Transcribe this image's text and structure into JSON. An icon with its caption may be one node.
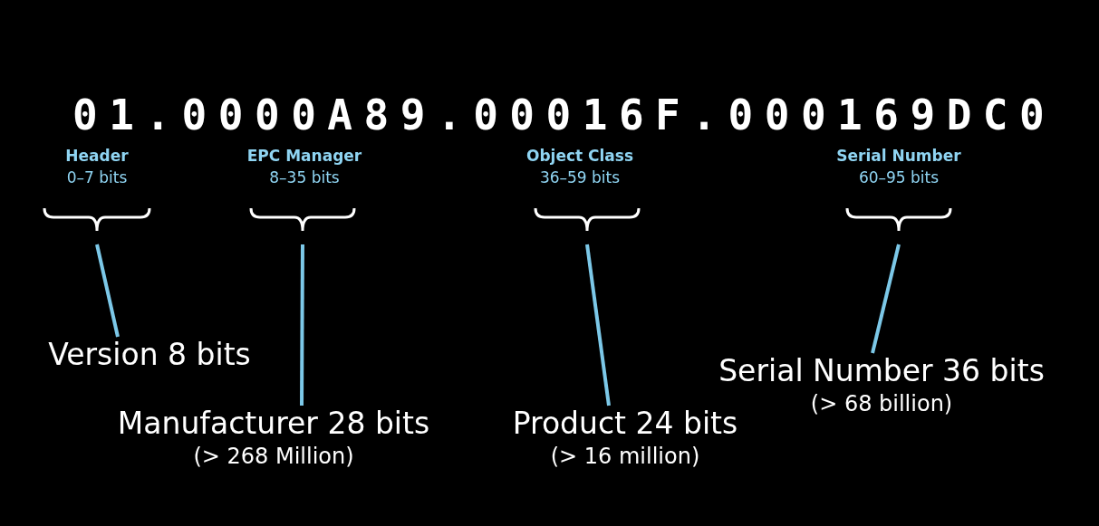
{
  "diagram": {
    "nodes": [
      {
        "text": [],
        "shape": "bracket"
      },
      {
        "text": [],
        "shape": "bracket"
      },
      {
        "text": [],
        "shape": "bracket"
      },
      {
        "text": [],
        "shape": "bracket"
      },
      {
        "text": [
          "Version 8 bits"
        ]
      },
      {
        "text": [
          "Manufacturer 28 bits",
          "(> 268 Million)"
        ]
      },
      {
        "text": [
          "Product 24 bits",
          "(> 16 million)"
        ]
      },
      {
        "text": [
          "Serial Number 36 bits",
          "(> 68 billion)"
        ]
      }
    ],
    "edges": [
      {
        "from": 0,
        "to": 4,
        "arrow": "none"
      },
      {
        "from": 1,
        "to": 5,
        "arrow": "none"
      },
      {
        "from": 2,
        "to": 6,
        "arrow": "none"
      },
      {
        "from": 3,
        "to": 7,
        "arrow": "none"
      }
    ],
    "labels": [
      "01.0000A89.00016F.000169DC0",
      "Header",
      "0–7 bits",
      "EPC Manager",
      "8–35 bits",
      "Object Class",
      "36–59 bits",
      "Serial Number",
      "60–95 bits"
    ]
  }
}
